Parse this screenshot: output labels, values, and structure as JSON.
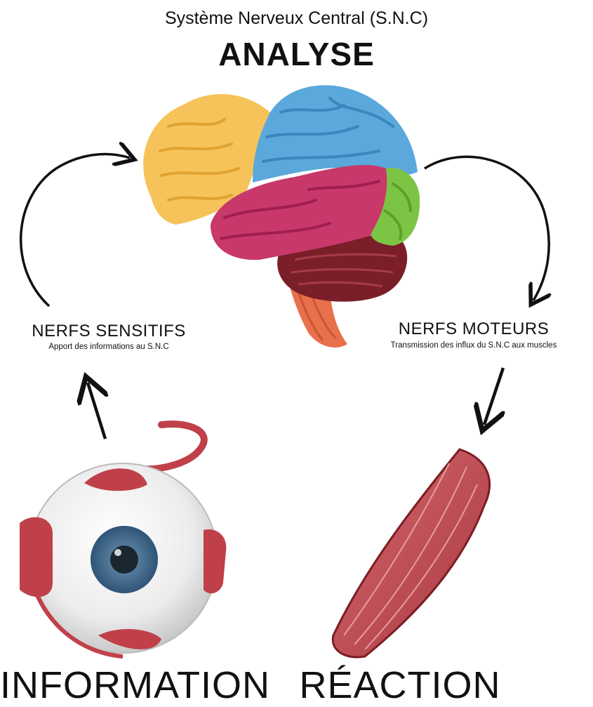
{
  "header": {
    "subtitle": "Système Nerveux Central (S.N.C)",
    "title": "ANALYSE"
  },
  "left_branch": {
    "title": "NERFS SENSITIFS",
    "description": "Apport des informations au S.N.C"
  },
  "right_branch": {
    "title": "NERFS MOTEURS",
    "description": "Transmission des influx du S.N.C aux muscles"
  },
  "bottom": {
    "left_label": "INFORMATION",
    "right_label": "RÉACTION"
  },
  "colors": {
    "frontal_lobe": "#f5c35a",
    "parietal_lobe": "#5aa8dc",
    "temporal_lobe": "#c8386a",
    "occipital_lobe": "#7cc444",
    "cerebellum": "#7a1e2a",
    "brainstem": "#e8704a",
    "muscle": "#b8404a",
    "iris": "#3e6a8e"
  }
}
